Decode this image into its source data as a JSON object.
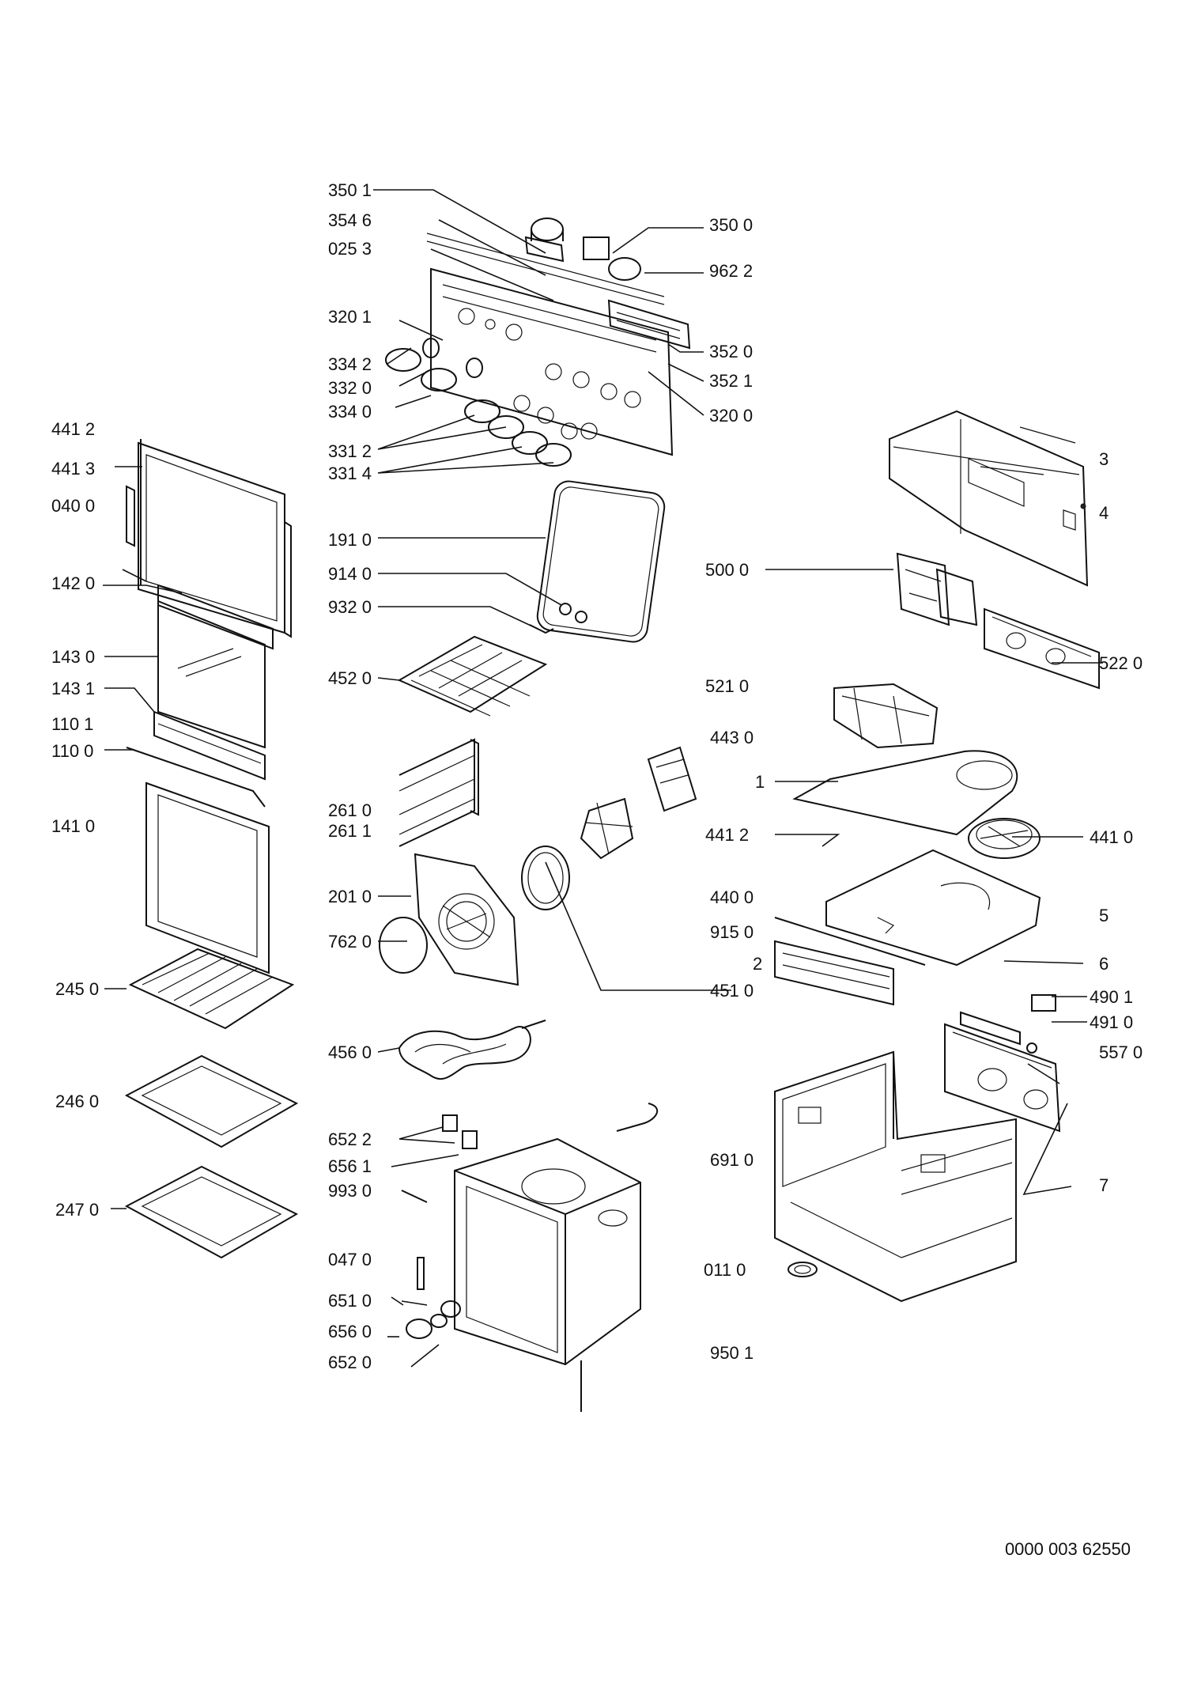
{
  "labels": [
    "350 1",
    "354 6",
    "025 3",
    "320 1",
    "334 2",
    "332 0",
    "334 0",
    "331 2",
    "331 4",
    "350 0",
    "962 2",
    "352 0",
    "352 1",
    "320 0",
    "441 2",
    "441 3",
    "040 0",
    "142 0",
    "143 0",
    "143 1",
    "110 1",
    "110 0",
    "141 0",
    "245 0",
    "246 0",
    "247 0",
    "191 0",
    "914 0",
    "932 0",
    "452 0",
    "261 0",
    "261 1",
    "201 0",
    "762 0",
    "456 0",
    "652 2",
    "656 1",
    "993 0",
    "047 0",
    "651 0",
    "656 0",
    "652 0",
    "3",
    "4",
    "500 0",
    "522 0",
    "521 0",
    "443 0",
    "1",
    "441 2",
    "441 0",
    "440 0",
    "915 0",
    "5",
    "2",
    "6",
    "451 0",
    "490 1",
    "491 0",
    "557 0",
    "691 0",
    "7",
    "011 0",
    "950 1"
  ],
  "reference": "0000 003 62550"
}
